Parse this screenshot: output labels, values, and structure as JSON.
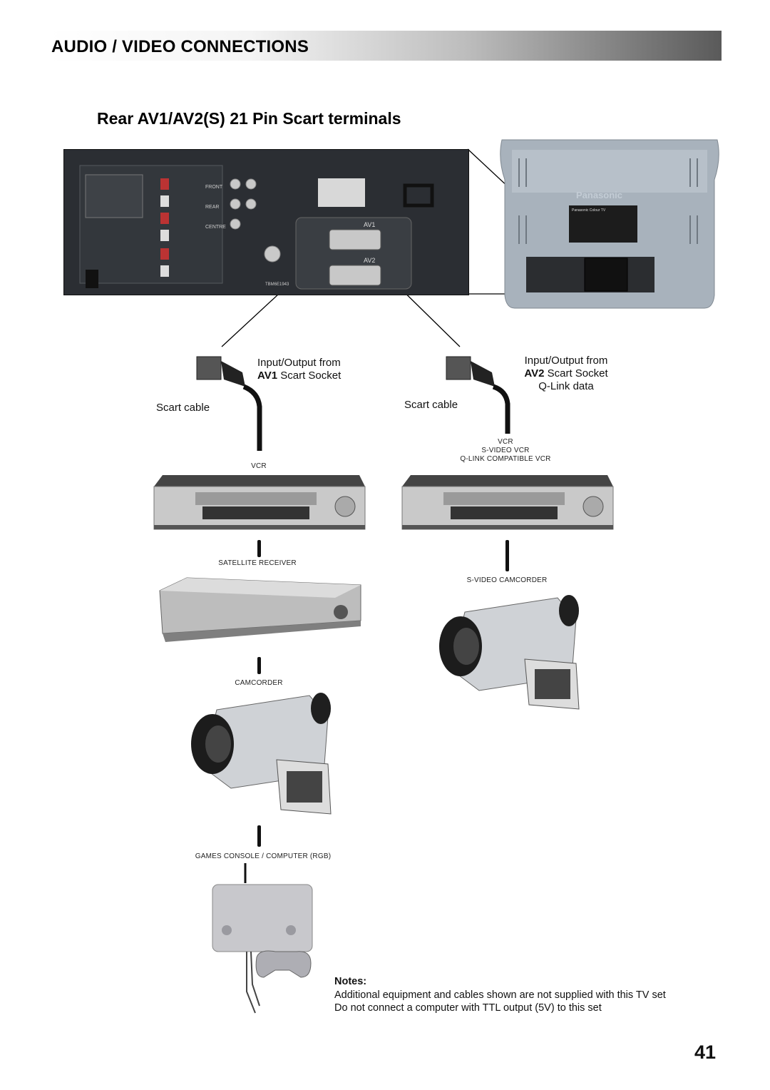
{
  "header": {
    "title": "AUDIO / VIDEO CONNECTIONS"
  },
  "subtitle": "Rear AV1/AV2(S) 21 Pin Scart terminals",
  "panel": {
    "av1_tag": "AV1",
    "av2_tag": "AV2",
    "front_label": "FRONT",
    "rear_label": "REAR",
    "centre_label": "CENTRE",
    "panel_code": "TBM6E1943"
  },
  "tv_back": {
    "brand": "Panasonic",
    "plate": "Panasonic Colour TV"
  },
  "left": {
    "io_line1": "Input/Output from",
    "io_bold": "AV1",
    "io_rest": " Scart Socket",
    "cable_label": "Scart cable",
    "devices": [
      "VCR",
      "SATELLITE RECEIVER",
      "CAMCORDER",
      "GAMES CONSOLE / COMPUTER (RGB)"
    ]
  },
  "right": {
    "io_line1": "Input/Output from",
    "io_bold": "AV2",
    "io_rest": " Scart Socket",
    "io_line3": "Q-Link data",
    "cable_label": "Scart cable",
    "vcr_lines": [
      "VCR",
      "S-VIDEO VCR",
      "Q-LINK COMPATIBLE VCR"
    ],
    "camcorder": "S-VIDEO CAMCORDER"
  },
  "notes": {
    "heading": "Notes:",
    "lines": [
      "Additional equipment and cables shown are not supplied with this TV set",
      "Do not connect a computer with TTL output (5V) to this set"
    ]
  },
  "page_number": "41"
}
